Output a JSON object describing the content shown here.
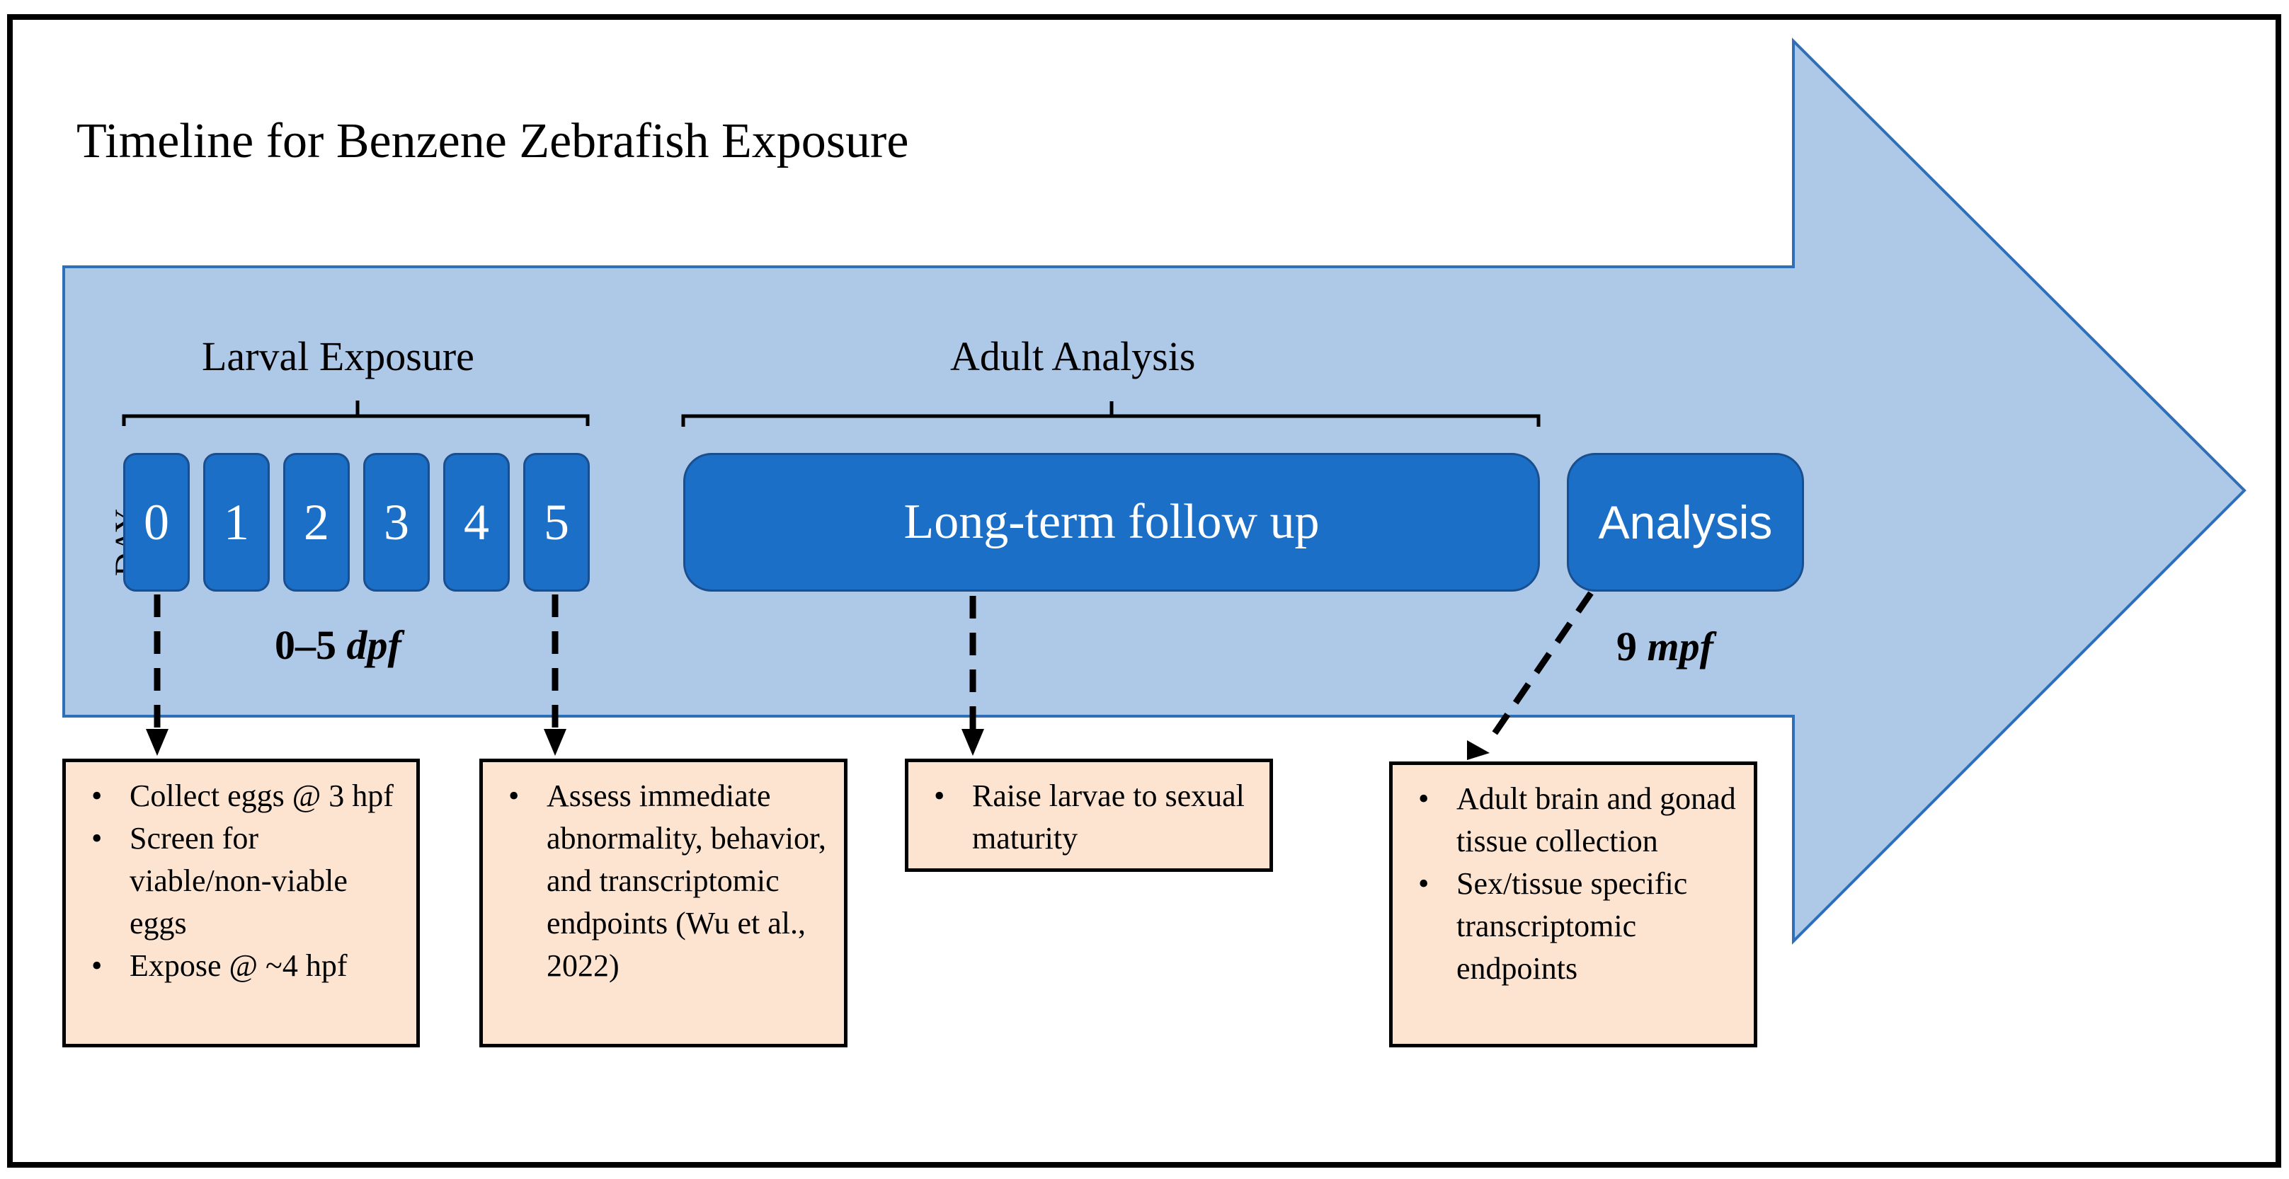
{
  "title": "Timeline for Benzene Zebrafish Exposure",
  "colors": {
    "arrow_fill": "#aec8e8",
    "arrow_stroke": "#2f6fb7",
    "box_fill": "#1c6fc6",
    "note_fill": "#fde4d1"
  },
  "larval": {
    "label": "Larval Exposure",
    "day_axis_label": "DAY",
    "days": [
      "0",
      "1",
      "2",
      "3",
      "4",
      "5"
    ],
    "range_text": "0–5",
    "range_unit": "dpf"
  },
  "adult": {
    "label": "Adult Analysis",
    "followup_label": "Long-term follow up",
    "analysis_label": "Analysis",
    "time_value": "9",
    "time_unit": "mpf"
  },
  "notes": [
    {
      "items": [
        "Collect eggs @ 3 hpf",
        "Screen for viable/non-viable eggs",
        "Expose @ ~4 hpf"
      ]
    },
    {
      "items": [
        "Assess immediate abnormality, behavior, and transcriptomic endpoints (Wu et al., 2022)"
      ]
    },
    {
      "items": [
        "Raise larvae to sexual maturity"
      ]
    },
    {
      "items": [
        "Adult brain and gonad tissue collection",
        "Sex/tissue specific transcriptomic endpoints"
      ]
    }
  ]
}
